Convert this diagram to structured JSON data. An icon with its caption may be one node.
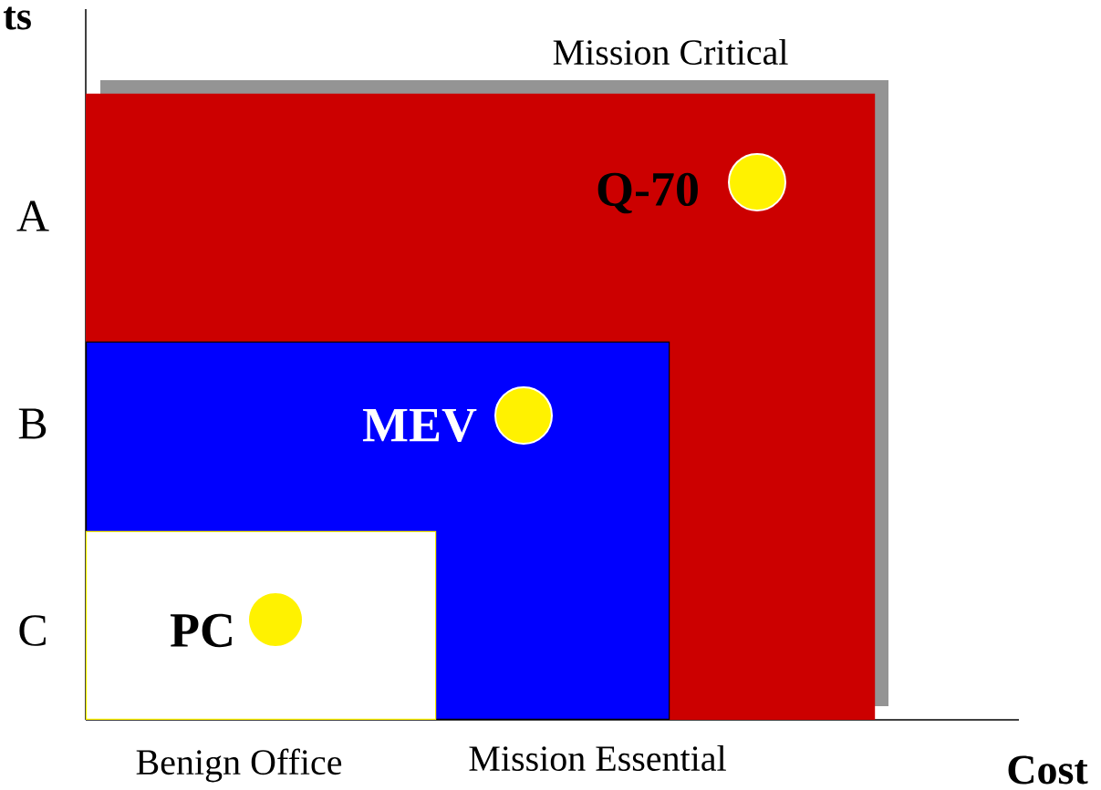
{
  "diagram": {
    "nodes": [
      {
        "text": [
          "Mission Critical",
          "Q-70"
        ]
      },
      {
        "text": [
          "MEV",
          "Mission Essential"
        ],
        "in": 0
      },
      {
        "text": [
          "PC",
          "Benign Office"
        ],
        "in": 1
      }
    ],
    "labels": [
      "ts",
      "A",
      "B",
      "C",
      "Cost"
    ]
  }
}
